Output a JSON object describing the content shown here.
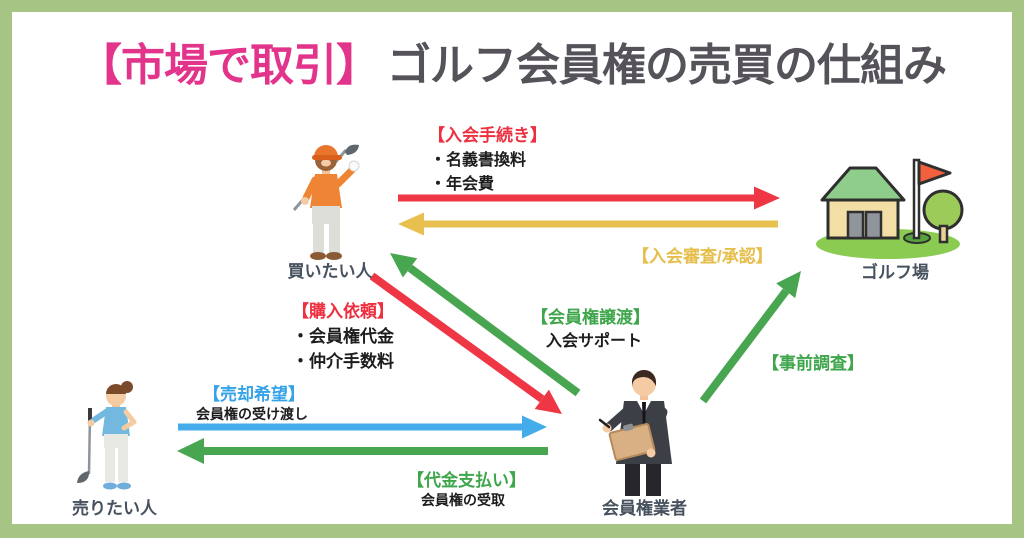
{
  "title": {
    "highlight": "【市場で取引】",
    "main": "ゴルフ会員権の売買の仕組み"
  },
  "actors": {
    "buyer": {
      "label": "買いたい人"
    },
    "seller": {
      "label": "売りたい人"
    },
    "dealer": {
      "label": "会員権業者"
    },
    "golf_course": {
      "label": "ゴルフ場"
    }
  },
  "flows": {
    "admission_procedure": {
      "label": "【入会手続き】",
      "detail1": "・名義書換料",
      "detail2": "・年会費",
      "direction": "買いたい人 → ゴルフ場"
    },
    "admission_approval": {
      "label": "【入会審査/承認】",
      "direction": "ゴルフ場 → 買いたい人"
    },
    "purchase_request": {
      "label": "【購入依頼】",
      "detail1": "・会員権代金",
      "detail2": "・仲介手数料",
      "direction": "買いたい人 → 会員権業者"
    },
    "membership_transfer": {
      "label": "【会員権譲渡】",
      "detail1": "入会サポート",
      "direction": "会員権業者 → 買いたい人"
    },
    "preliminary_survey": {
      "label": "【事前調査】",
      "direction": "会員権業者 → ゴルフ場"
    },
    "sell_request": {
      "label": "【売却希望】",
      "detail1": "会員権の受け渡し",
      "direction": "売りたい人 → 会員権業者"
    },
    "payment": {
      "label": "【代金支払い】",
      "detail1": "会員権の受取",
      "direction": "会員権業者 → 売りたい人"
    }
  },
  "colors": {
    "frame_green": "#A6C483",
    "title_pink": "#E3348C",
    "title_gray": "#55525A",
    "red": "#EE3645",
    "yellow": "#E7C04F",
    "green": "#48A651",
    "blue": "#45ACEC",
    "text_dark": "#1D1D1D",
    "actor_label": "#47525F"
  }
}
